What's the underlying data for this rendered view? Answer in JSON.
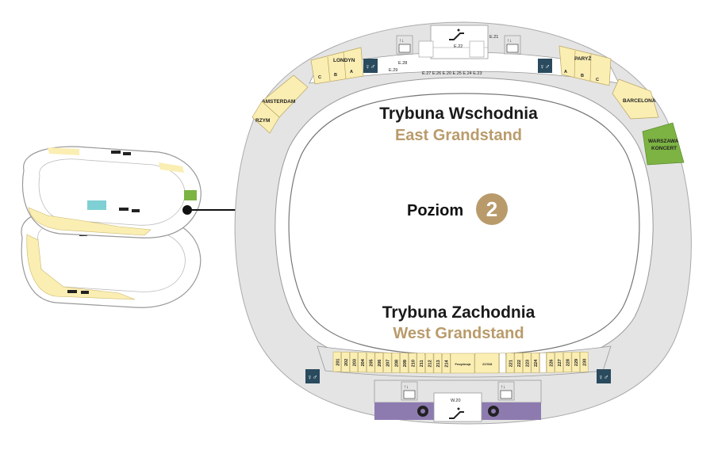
{
  "colors": {
    "accent": "#b99b6b",
    "yellow": "#fbeeb3",
    "grey": "#e5e5e5",
    "green": "#7cb342",
    "purple": "#8d7bb0",
    "teal": "#7ed0d4"
  },
  "level": {
    "label": "Poziom",
    "number": "2"
  },
  "grandstands": {
    "east_pl": "Trybuna Wschodnia",
    "east_en": "East Grandstand",
    "west_pl": "Trybuna Zachodnia",
    "west_en": "West Grandstand"
  },
  "rooms": {
    "londyn": "LONDYN",
    "paryz": "PARYŻ",
    "amsterdam": "AMSTERDAM",
    "rzym": "RZYM",
    "barcelona": "BARCELONA",
    "warszawa_1": "WARSZAWA",
    "warszawa_2": "KONCERT",
    "londyn_subs": [
      "C",
      "B",
      "A"
    ],
    "paryz_subs": [
      "A",
      "B",
      "C"
    ]
  },
  "gates": {
    "e21": "E.21",
    "e22": "E.22",
    "e28": "E.28",
    "e29": "E.29",
    "east_row": "E.27  E.26  E.20  E.25  E.24  E.23",
    "w20": "W.20"
  },
  "west_sections": [
    "201",
    "202",
    "203",
    "204",
    "205",
    "206",
    "207",
    "208",
    "209",
    "210",
    "211",
    "212",
    "213",
    "214",
    "Prezydencja",
    "217/218",
    "",
    "221",
    "222",
    "223",
    "224",
    "",
    "226",
    "227",
    "228",
    "229",
    "230"
  ],
  "icons": [
    "restroom-icon",
    "elevator-icon",
    "escalator-icon",
    "accessibility-icon"
  ]
}
